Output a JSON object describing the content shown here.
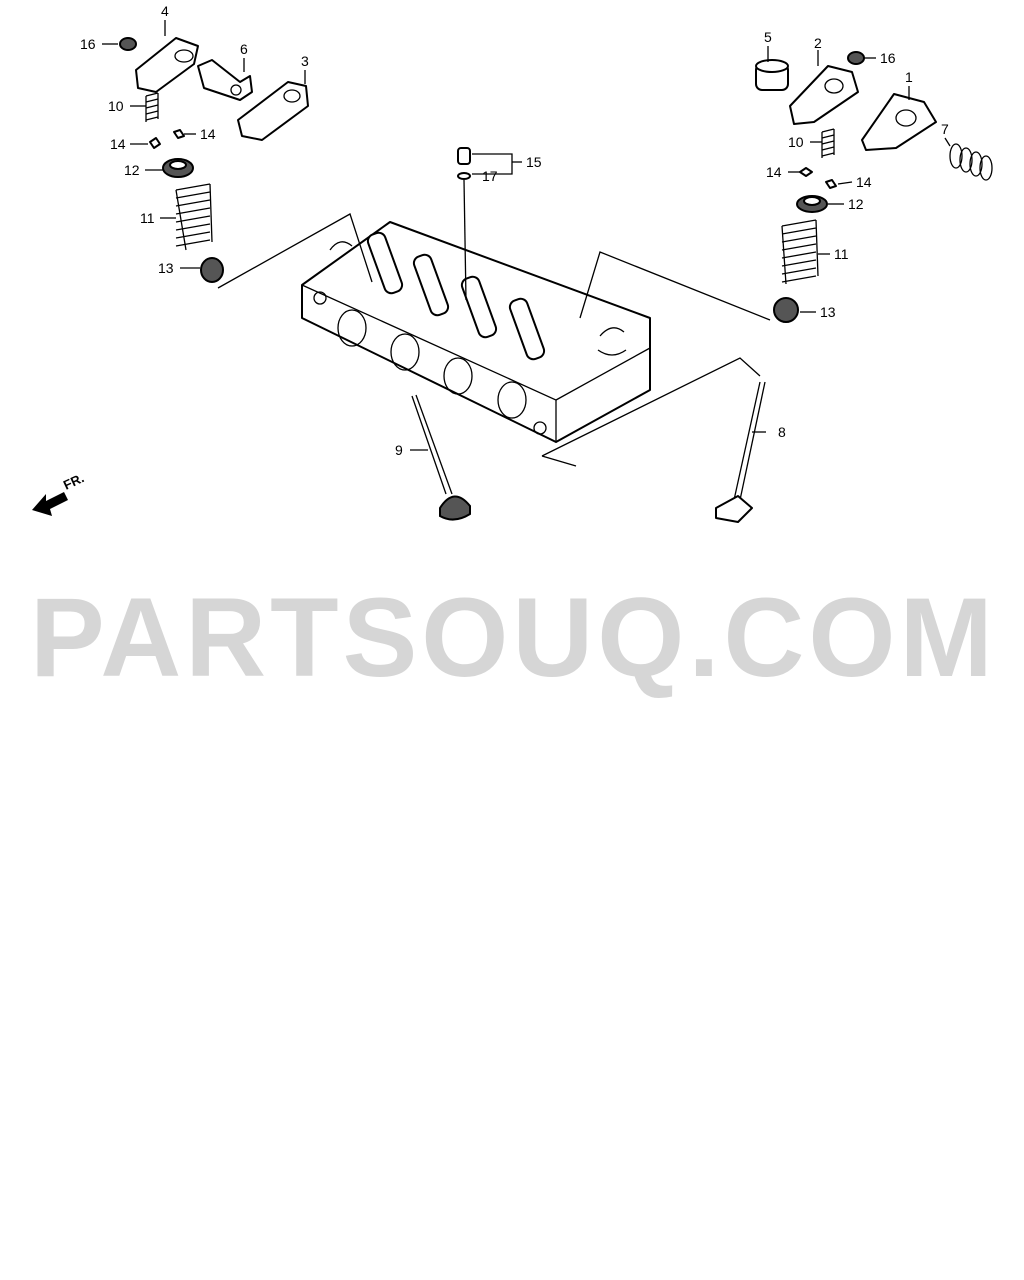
{
  "diagram": {
    "callouts": {
      "c1": "1",
      "c2": "2",
      "c3": "3",
      "c4": "4",
      "c5": "5",
      "c6": "6",
      "c7": "7",
      "c8": "8",
      "c9": "9",
      "c10a": "10",
      "c10b": "10",
      "c11a": "11",
      "c11b": "11",
      "c12a": "12",
      "c12b": "12",
      "c13a": "13",
      "c13b": "13",
      "c14a": "14",
      "c14b": "14",
      "c14c": "14",
      "c14d": "14",
      "c15": "15",
      "c16a": "16",
      "c16b": "16",
      "c17": "17"
    },
    "front_marker": "FR.",
    "watermark": "PARTSOUQ.COM"
  },
  "colors": {
    "line": "#000000",
    "watermark": "#d6d6d6",
    "background": "#ffffff"
  }
}
